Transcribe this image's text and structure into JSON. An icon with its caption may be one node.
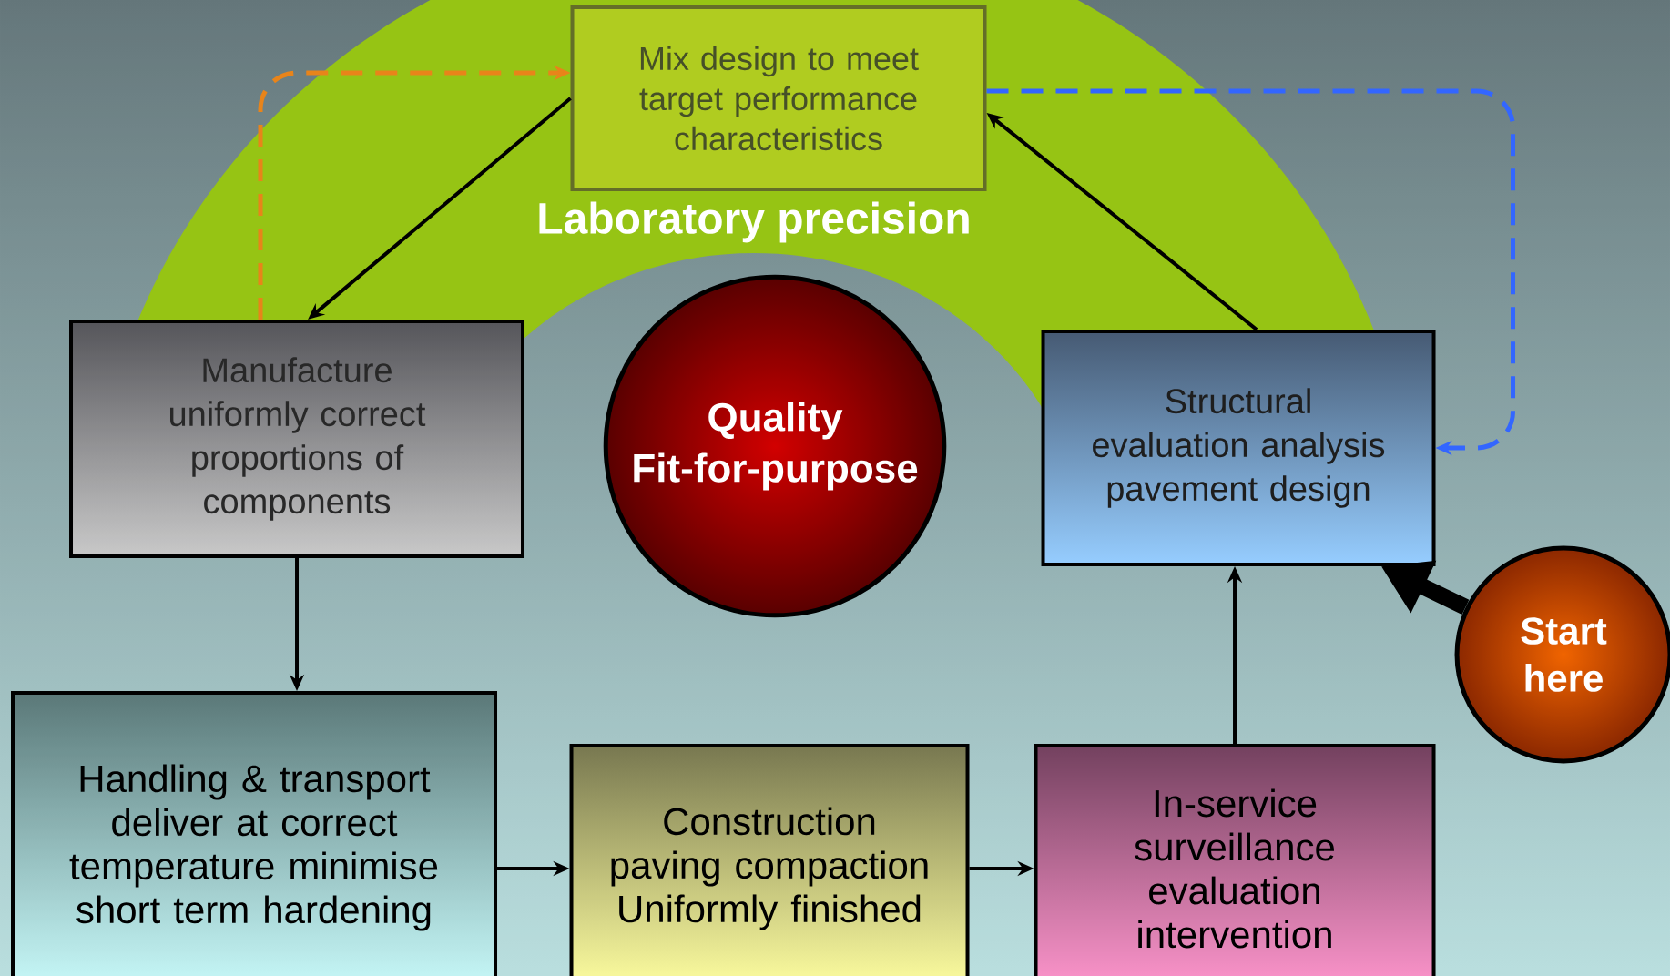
{
  "diagram": {
    "nodes": [
      {
        "text": [
          "Mix design to meet target performance characteristics"
        ]
      },
      {
        "text": [
          "Manufacture uniformly correct proportions of components"
        ]
      },
      {
        "text": [
          "Quality Fit-for-purpose"
        ]
      },
      {
        "text": [
          "Structural evaluation analysis pavement design"
        ]
      },
      {
        "text": [
          "Start here"
        ]
      },
      {
        "text": [
          "Handling & transport deliver at correct temperature minimise short term hardening"
        ]
      },
      {
        "text": [
          "Construction paving compaction Uniformly finished"
        ]
      },
      {
        "text": [
          "In-service surveillance evaluation intervention"
        ]
      }
    ],
    "edges": [
      {
        "from": 0,
        "to": 1,
        "arrow": "to"
      },
      {
        "from": 3,
        "to": 0,
        "arrow": "to"
      },
      {
        "from": 1,
        "to": 0,
        "arrow": "to",
        "style": "dashed",
        "color": "#e8841a"
      },
      {
        "from": 0,
        "to": 3,
        "arrow": "to",
        "style": "dashed",
        "color": "#3366ff"
      },
      {
        "from": 1,
        "to": 5,
        "arrow": "to"
      },
      {
        "from": 5,
        "to": 6,
        "arrow": "to"
      },
      {
        "from": 6,
        "to": 7,
        "arrow": "to"
      },
      {
        "from": 7,
        "to": 3,
        "arrow": "to"
      },
      {
        "from": 4,
        "to": 3,
        "arrow": "to",
        "style": "thick"
      }
    ],
    "labels": [
      "Laboratory precision"
    ]
  }
}
